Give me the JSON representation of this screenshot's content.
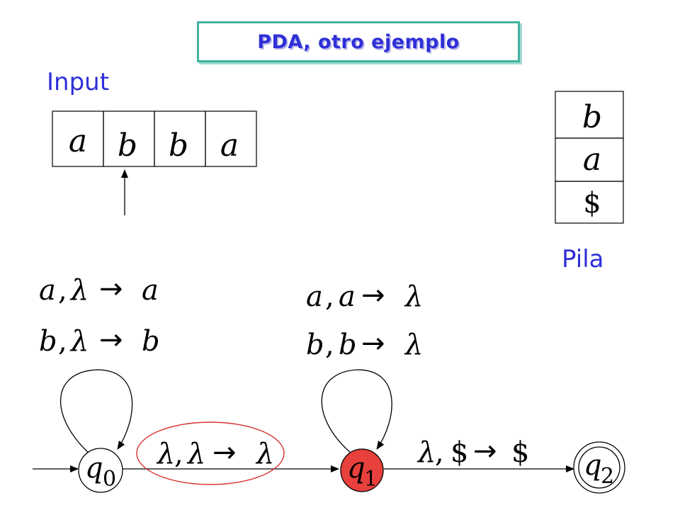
{
  "title": "PDA, otro ejemplo",
  "input_label": "Input",
  "stack_label": "Pila",
  "input_tape": [
    "a",
    "b",
    "b",
    "a"
  ],
  "input_head_index": 1,
  "stack": [
    "b",
    "a",
    "$"
  ],
  "states": [
    {
      "id": "q0",
      "name": "q",
      "sub": "0",
      "initial": true,
      "final": false,
      "active": false
    },
    {
      "id": "q1",
      "name": "q",
      "sub": "1",
      "initial": false,
      "final": false,
      "active": true
    },
    {
      "id": "q2",
      "name": "q",
      "sub": "2",
      "initial": false,
      "final": true,
      "active": false
    }
  ],
  "transitions": {
    "q0_loop": [
      {
        "read": "a",
        "pop": "λ",
        "push": "a"
      },
      {
        "read": "b",
        "pop": "λ",
        "push": "b"
      }
    ],
    "q0_to_q1": {
      "read": "λ",
      "pop": "λ",
      "push": "λ",
      "highlighted": true
    },
    "q1_loop": [
      {
        "read": "a",
        "pop": "a",
        "push": "λ"
      },
      {
        "read": "b",
        "pop": "b",
        "push": "λ"
      }
    ],
    "q1_to_q2": {
      "read": "λ",
      "pop": "$",
      "push": "$"
    }
  },
  "colors": {
    "title_text": "#2f2fd8",
    "title_border": "#41b3a1",
    "label_text": "#2f2fd8",
    "active_state": "#e8403c",
    "highlight_ellipse": "#d8322e"
  }
}
